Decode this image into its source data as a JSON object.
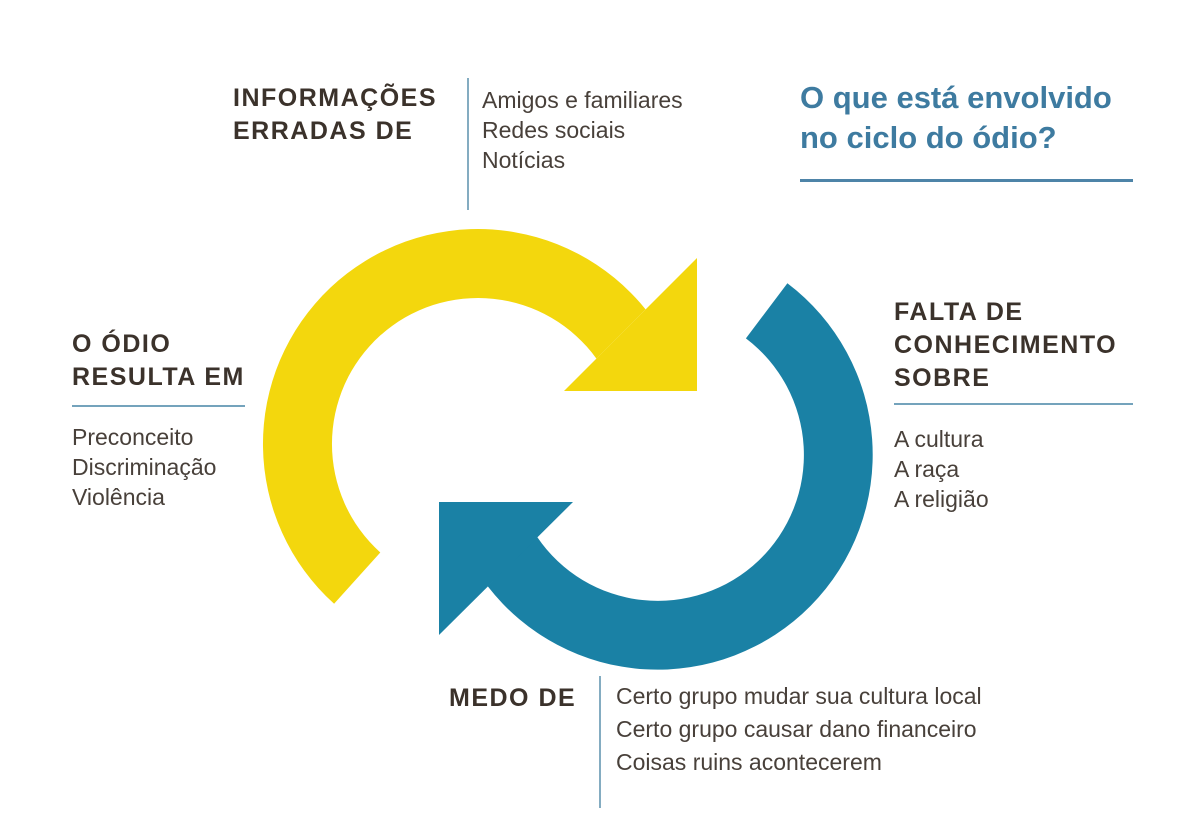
{
  "figure": {
    "title": "O que está envolvido\nno ciclo do ódio?",
    "sections": {
      "misinformation": {
        "heading": "INFORMAÇÕES\nERRADAS DE",
        "items": [
          "Amigos e familiares",
          "Redes sociais",
          "Notícias"
        ]
      },
      "lack_of_knowledge": {
        "heading": "FALTA DE\nCONHECIMENTO\nSOBRE",
        "items": [
          "A cultura",
          "A raça",
          "A religião"
        ]
      },
      "fear": {
        "heading": "MEDO DE",
        "items": [
          "Certo grupo mudar sua cultura local",
          "Certo grupo causar dano financeiro",
          "Coisas ruins acontecerem"
        ]
      },
      "hate_results": {
        "heading": "O ÓDIO\nRESULTA EM",
        "items": [
          "Preconceito",
          "Discriminação",
          "Violência"
        ]
      }
    },
    "colors": {
      "yellow_arrow": "#F3D70D",
      "blue_arrow": "#1A81A5",
      "title_text": "#3E7BA0",
      "heading_text": "#3B322B",
      "body_text": "#48403A",
      "divider_light": "#84ACC1",
      "title_underline": "#4E84A8"
    }
  }
}
